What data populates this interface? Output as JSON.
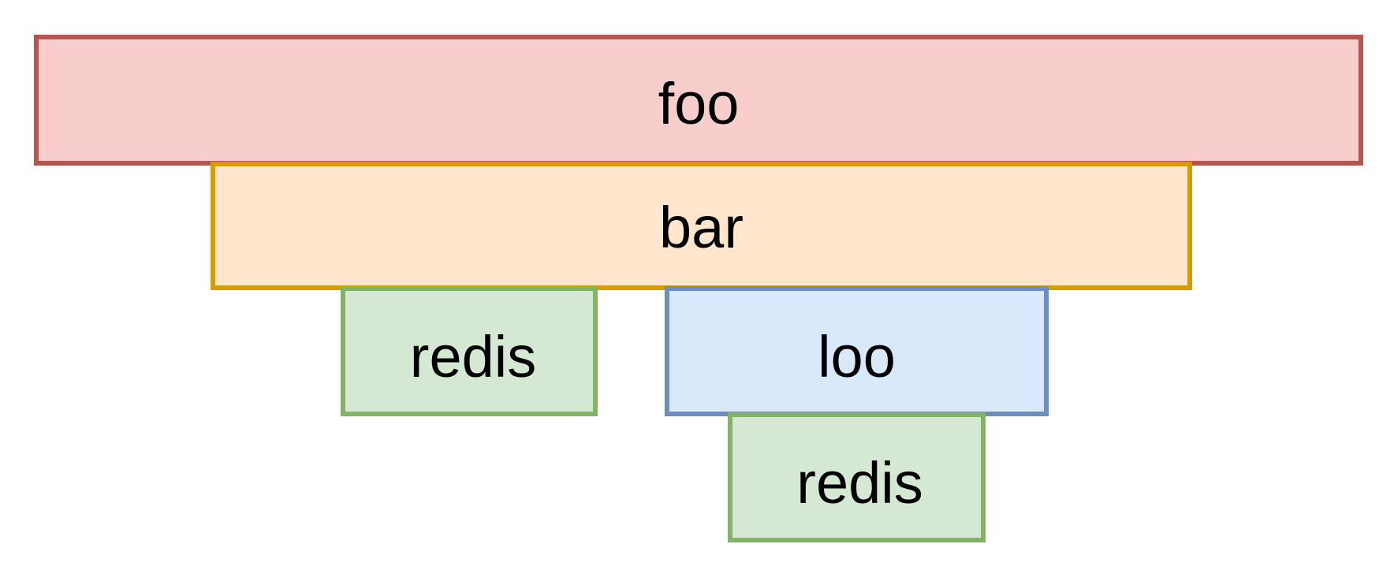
{
  "diagram": {
    "frames": [
      {
        "id": "foo",
        "label": "foo",
        "fill": "#f8cecc",
        "stroke": "#b85450"
      },
      {
        "id": "bar",
        "label": "bar",
        "fill": "#ffe6cc",
        "stroke": "#d79b00"
      },
      {
        "id": "redis1",
        "label": "redis",
        "fill": "#d5e8d4",
        "stroke": "#82b366"
      },
      {
        "id": "loo",
        "label": "loo",
        "fill": "#dae8fc",
        "stroke": "#6c8ebf"
      },
      {
        "id": "redis2",
        "label": "redis",
        "fill": "#d5e8d4",
        "stroke": "#82b366"
      }
    ]
  }
}
